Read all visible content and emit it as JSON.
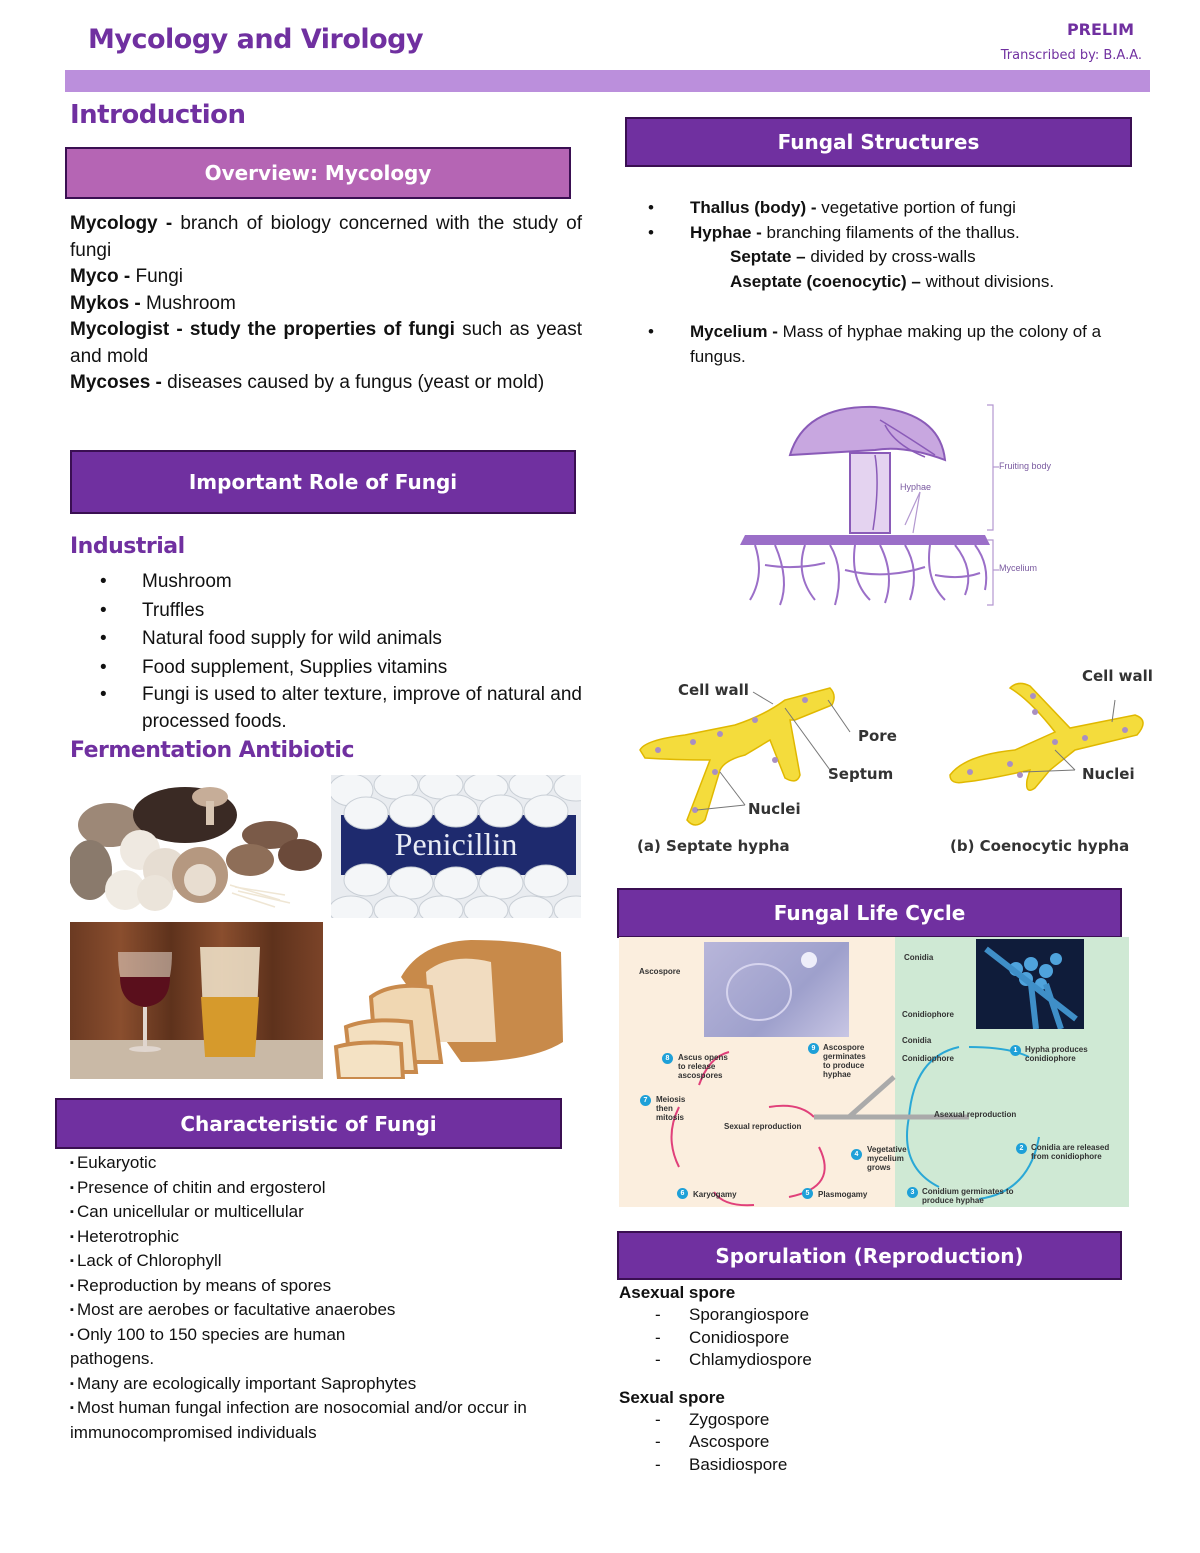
{
  "header": {
    "title": "Mycology and Virology",
    "term": "PRELIM",
    "transcribed_by": "Transcribed by: B.A.A.",
    "accent_color": "#7030a0",
    "bar_color": "#bb8fdc"
  },
  "left": {
    "section_title": "Introduction",
    "overview": {
      "banner": "Overview: Mycology",
      "definitions": [
        {
          "term": "Mycology -",
          "text": " branch of biology concerned with the study of fungi"
        },
        {
          "term": "Myco -",
          "text": " Fungi"
        },
        {
          "term": "Mykos -",
          "text": " Mushroom"
        },
        {
          "term": "Mycologist - study the properties of fungi",
          "text": " such as yeast and mold"
        },
        {
          "term": "Mycoses -",
          "text": " diseases caused by a fungus (yeast or mold)"
        }
      ]
    },
    "role": {
      "banner": "Important Role of Fungi",
      "industrial_heading": "Industrial",
      "industrial_items": [
        "Mushroom",
        "Truffles",
        "Natural food supply for wild animals",
        "Food supplement, Supplies vitamins",
        "Fungi is used to alter texture, improve of natural and processed foods."
      ],
      "fermentation_heading": "Fermentation Antibiotic",
      "images": [
        {
          "alt": "Assorted mushrooms"
        },
        {
          "alt": "Penicillin tablets",
          "text": "Penicillin"
        },
        {
          "alt": "Wine and beer glasses"
        },
        {
          "alt": "Sliced bread loaf"
        }
      ]
    },
    "characteristics": {
      "banner": "Characteristic of Fungi",
      "items": [
        "Eukaryotic",
        "Presence of chitin and ergosterol",
        "Can unicellular or multicellular",
        "Heterotrophic",
        "Lack of Chlorophyll",
        "Reproduction by means of spores",
        "Most are aerobes or facultative anaerobes",
        "Only 100 to 150 species are human pathogens.",
        "Many are ecologically important Saprophytes",
        "Most human fungal infection are nosocomial and/or occur in immunocompromised individuals"
      ]
    }
  },
  "right": {
    "structures": {
      "banner": "Fungal Structures",
      "items": [
        {
          "term": "Thallus (body) -",
          "text": " vegetative portion of fungi"
        },
        {
          "term": "Hyphae -",
          "text": " branching filaments of the thallus."
        },
        {
          "term": "Mycelium -",
          "text": " Mass of hyphae making up the colony of a fungus."
        }
      ],
      "sub_items": [
        {
          "term": "Septate –",
          "text": " divided by cross-walls"
        },
        {
          "term": "Aseptate (coenocytic) –",
          "text": " without divisions."
        }
      ],
      "mushroom_diagram": {
        "labels": [
          "Fruiting body",
          "Hyphae",
          "Mycelium"
        ]
      },
      "hypha_diagram": {
        "septate_caption": "(a) Septate hypha",
        "coenocytic_caption": "(b) Coenocytic hypha",
        "septate_labels": [
          "Cell wall",
          "Pore",
          "Septum",
          "Nuclei"
        ],
        "coenocytic_labels": [
          "Cell wall",
          "Nuclei"
        ]
      }
    },
    "life_cycle": {
      "banner": "Fungal Life Cycle",
      "sexual_label": "Sexual reproduction",
      "asexual_label": "Asexual reproduction",
      "photo_labels": [
        "Ascospore",
        "Conidia",
        "Conidiophore"
      ],
      "small_labels": [
        "Conidia",
        "Conidiophore"
      ],
      "steps": [
        {
          "n": "1",
          "text": "Hypha produces conidiophore"
        },
        {
          "n": "2",
          "text": "Conidia are released from conidiophore"
        },
        {
          "n": "3",
          "text": "Conidium germinates to produce hyphae"
        },
        {
          "n": "4",
          "text": "Vegetative mycelium grows"
        },
        {
          "n": "5",
          "text": "Plasmogamy"
        },
        {
          "n": "6",
          "text": "Karyogamy"
        },
        {
          "n": "7",
          "text": "Meiosis then mitosis"
        },
        {
          "n": "8",
          "text": "Ascus opens to release ascospores"
        },
        {
          "n": "9",
          "text": "Ascospore germinates to produce hyphae"
        }
      ]
    },
    "sporulation": {
      "banner": "Sporulation (Reproduction)",
      "asexual_heading": "Asexual spore",
      "asexual_items": [
        "Sporangiospore",
        "Conidiospore",
        "Chlamydiospore"
      ],
      "sexual_heading": "Sexual spore",
      "sexual_items": [
        "Zygospore",
        "Ascospore",
        "Basidiospore"
      ]
    }
  }
}
